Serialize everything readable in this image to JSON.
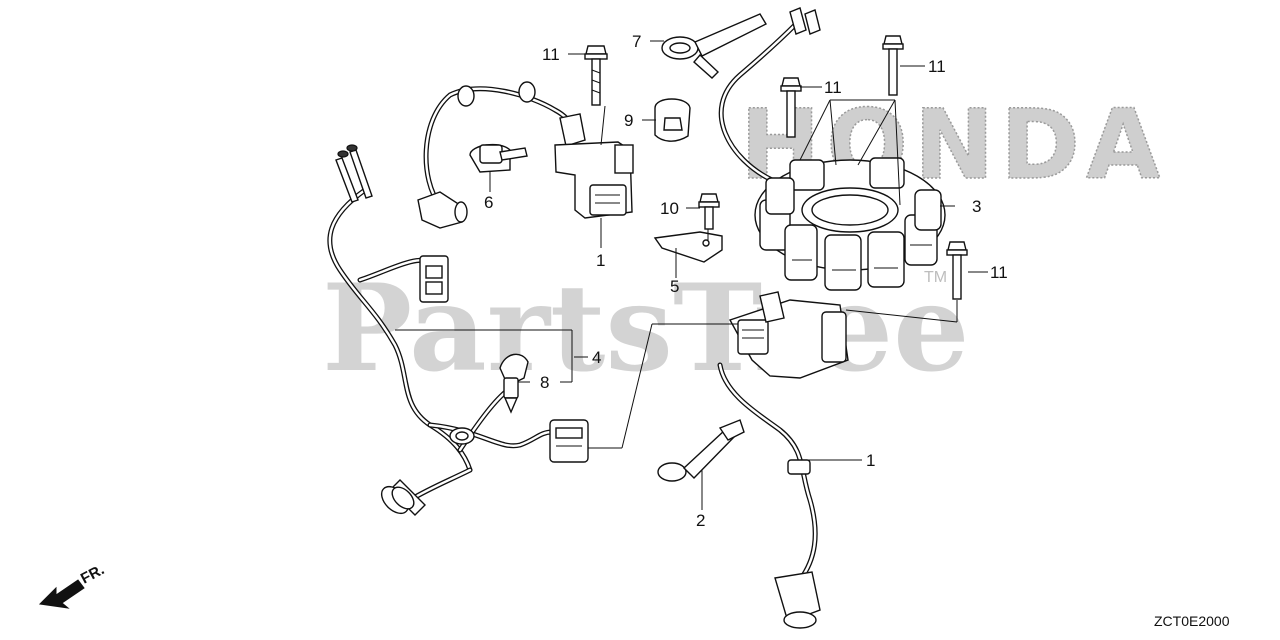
{
  "watermark": {
    "brand": "HONDA",
    "site": "PartsTree",
    "trademark": "TM"
  },
  "diagram_code": "ZCT0E2000",
  "direction_label": "FR.",
  "callouts": [
    {
      "id": "c11a",
      "label": "11"
    },
    {
      "id": "c7",
      "label": "7"
    },
    {
      "id": "c11b",
      "label": "11"
    },
    {
      "id": "c11c",
      "label": "11"
    },
    {
      "id": "c9",
      "label": "9"
    },
    {
      "id": "c6",
      "label": "6"
    },
    {
      "id": "c1a",
      "label": "1"
    },
    {
      "id": "c10",
      "label": "10"
    },
    {
      "id": "c3",
      "label": "3"
    },
    {
      "id": "c5",
      "label": "5"
    },
    {
      "id": "c11d",
      "label": "11"
    },
    {
      "id": "c4",
      "label": "4"
    },
    {
      "id": "c8",
      "label": "8"
    },
    {
      "id": "c1b",
      "label": "1"
    },
    {
      "id": "c2",
      "label": "2"
    }
  ]
}
